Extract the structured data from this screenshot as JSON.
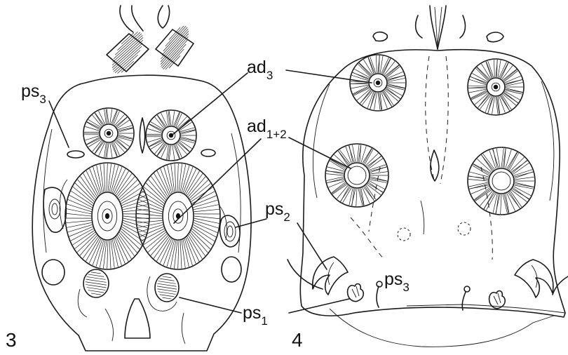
{
  "figure_numbers": [
    "3",
    "4"
  ],
  "labels": {
    "ad3": {
      "base": "ad",
      "sub": "3"
    },
    "ad12": {
      "base": "ad",
      "sub": "1+2"
    },
    "ps3_left": {
      "base": "ps",
      "sub": "3"
    },
    "ps2": {
      "base": "ps",
      "sub": "2"
    },
    "ps1": {
      "base": "ps",
      "sub": "1"
    },
    "ps3_right": {
      "base": "ps",
      "sub": "3"
    }
  }
}
